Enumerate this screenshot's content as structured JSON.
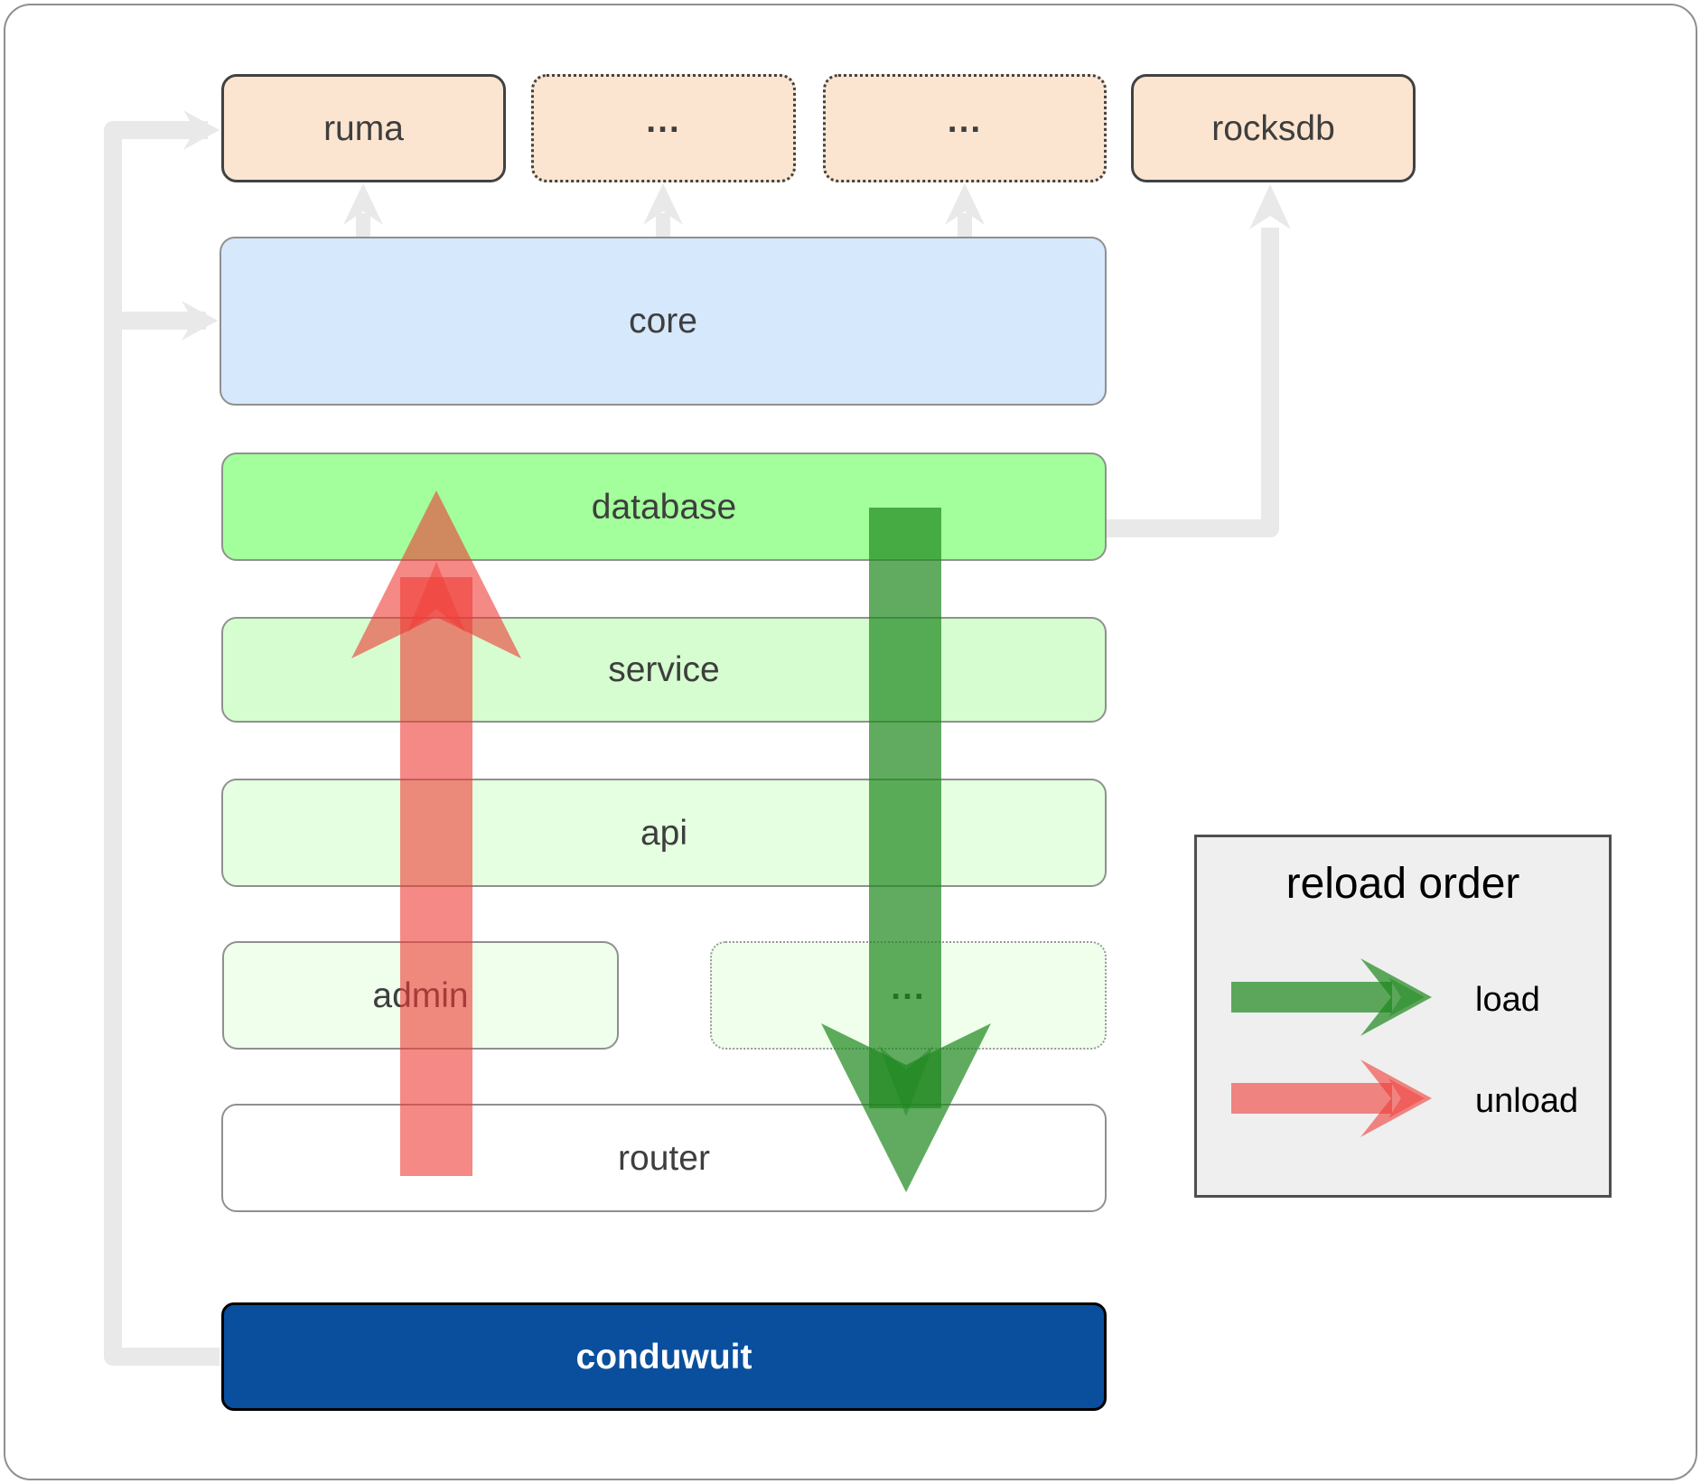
{
  "nodes": {
    "ruma": {
      "label": "ruma"
    },
    "deps_more_1": {
      "label": "..."
    },
    "deps_more_2": {
      "label": "..."
    },
    "rocksdb": {
      "label": "rocksdb"
    },
    "core": {
      "label": "core"
    },
    "database": {
      "label": "database"
    },
    "service": {
      "label": "service"
    },
    "api": {
      "label": "api"
    },
    "admin": {
      "label": "admin"
    },
    "services_more": {
      "label": "..."
    },
    "router": {
      "label": "router"
    },
    "conduwuit": {
      "label": "conduwuit"
    }
  },
  "legend": {
    "title": "reload order",
    "items": [
      {
        "label": "load",
        "color": "#1e871e"
      },
      {
        "label": "unload",
        "color": "#ef3b36"
      }
    ]
  },
  "colors": {
    "connector": "#e9e9e9",
    "load_arrow": "#1e871e",
    "unload_arrow": "#ef3b36",
    "node_fills": {
      "ruma": "#fbe5d1",
      "deps_more_1": "#fbe5d1",
      "deps_more_2": "#fbe5d1",
      "rocksdb": "#fbe5d1",
      "core": "#d6e8fb",
      "database": "#a3ff9b",
      "service": "#d5fdcf",
      "api": "#e5ffe1",
      "admin": "#efffec",
      "services_more": "#efffec",
      "router": "#ffffff",
      "conduwuit": "#0a4f9e"
    }
  }
}
